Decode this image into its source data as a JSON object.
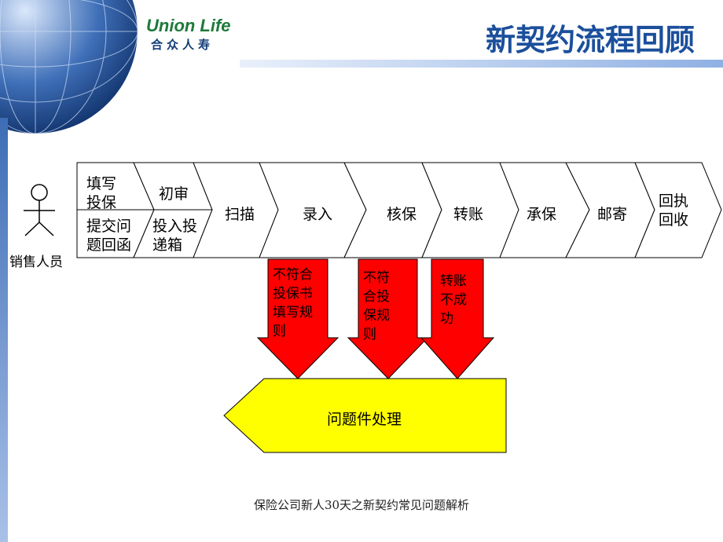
{
  "header": {
    "logo_en": "Union Life",
    "logo_cn": "合众人寿",
    "title": "新契约流程回顾"
  },
  "actor": {
    "label": "销售人员"
  },
  "process": {
    "step1_top": "填写\n投保",
    "step1_bottom": "提交问\n题回函",
    "step2_top": "初审",
    "step2_bottom": "投入投\n递箱",
    "steps": [
      "扫描",
      "录入",
      "核保",
      "转账",
      "承保",
      "邮寄",
      "回执\n回收"
    ]
  },
  "issues": [
    "不符合\n投保书\n填写规\n则",
    "不符\n合投\n保规\n则",
    "转账\n不成\n功"
  ],
  "handling": {
    "label": "问题件处理"
  },
  "colors": {
    "title": "#1b4f9c",
    "arrow_red": "#ff0000",
    "handling_yellow": "#ffff00",
    "logo_green": "#1d7a3a"
  },
  "footer": {
    "text": "保险公司新人30天之新契约常见问题解析"
  }
}
